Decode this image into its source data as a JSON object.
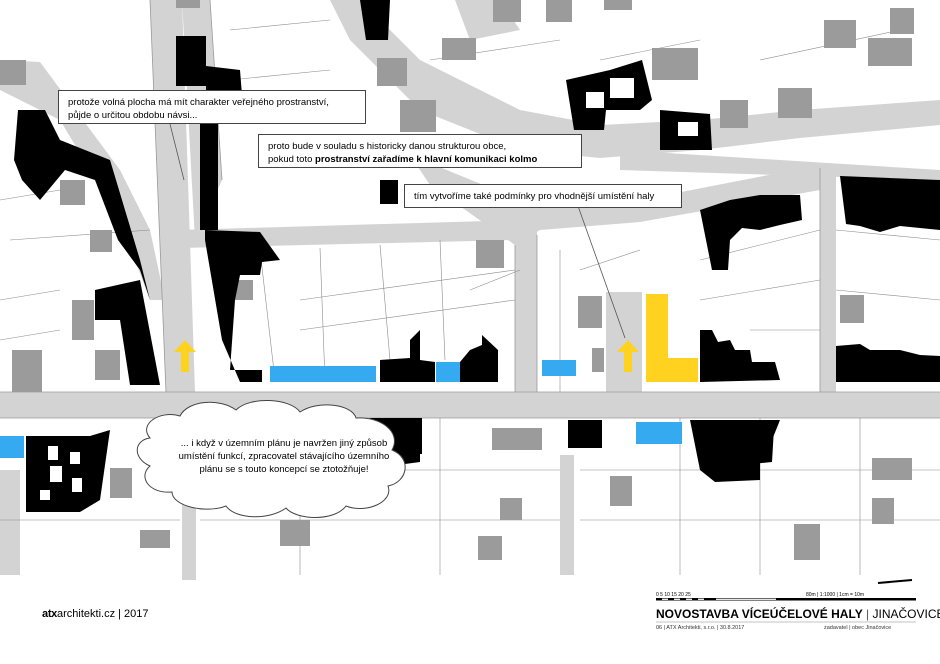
{
  "callouts": {
    "c1_line1": "protože volná plocha má mít charakter veřejného prostranství,",
    "c1_line2": "půjde o určitou obdobu návsi...",
    "c2_line1": "proto bude v souladu s historicky danou strukturou obce,",
    "c2_line2_a": "pokud toto ",
    "c2_line2_b": "prostranství zařadíme k hlavní komunikaci kolmo",
    "c3": "tím vytvoříme také podmínky pro vhodnější umístění haly",
    "cloud": "... i když v územním plánu je navržen jiný způsob umístění funkcí, zpracovatel stávajícího územního plánu se s touto koncepcí se ztotožňuje!"
  },
  "footer": {
    "brand_bold": "atx",
    "brand_rest": "architekti.cz",
    "year_sep": " | 2017",
    "title": "NOVOSTAVBA VÍCEÚČELOVÉ HALY",
    "title_sep": " | ",
    "place": "JINAČOVICE",
    "line2": "06 | ATX Architekti, s.r.o. | 30.8.2017",
    "line3": "zadavatel | obec Jinačovice",
    "scale_numbers": "0     5    10    15    20    25",
    "scale_text": "80m | 1:1000 | 1cm = 10m"
  },
  "colors": {
    "road": "#d3d3d3",
    "building_existing": "#000000",
    "building_other": "#9b9b9b",
    "proposed_hall": "#ffd21f",
    "blue_marker": "#35aaf0",
    "lot_lines": "#8c8c8c"
  }
}
